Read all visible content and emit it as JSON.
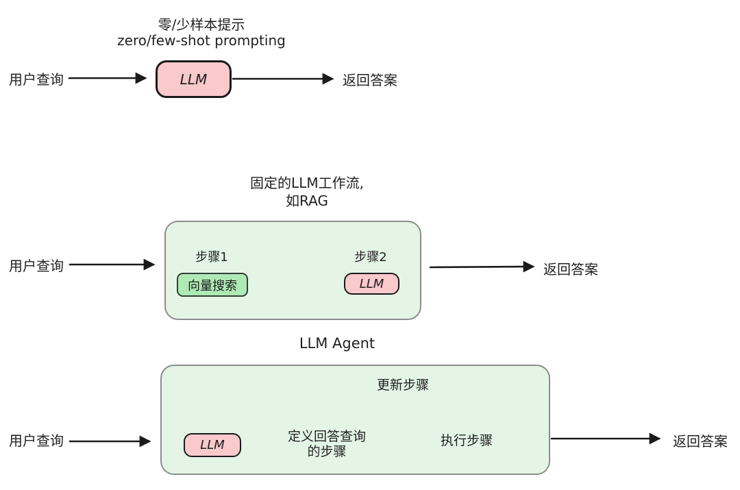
{
  "colors": {
    "llm_fill": "#f9c9cc",
    "tool_fill": "#aeeab5",
    "container_fill": "#e4f5e6",
    "container_border": "#8c8c8c",
    "stroke": "#1a1a1a",
    "background": "#ffffff"
  },
  "sections": {
    "zero_shot": {
      "title_zh": "零/少样本提示",
      "title_en": "zero/few-shot prompting",
      "input": "用户查询",
      "llm": "LLM",
      "output": "返回答案"
    },
    "workflow": {
      "title_line1": "固定的LLM工作流,",
      "title_line2": "如RAG",
      "input": "用户查询",
      "step1_title": "步骤1",
      "step1_box": "向量搜索",
      "step2_title": "步骤2",
      "step2_box": "LLM",
      "output": "返回答案"
    },
    "agent": {
      "title": "LLM Agent",
      "input": "用户查询",
      "llm": "LLM",
      "define_line1": "定义回答查询",
      "define_line2": "的步骤",
      "execute": "执行步骤",
      "update": "更新步骤",
      "output": "返回答案"
    }
  }
}
